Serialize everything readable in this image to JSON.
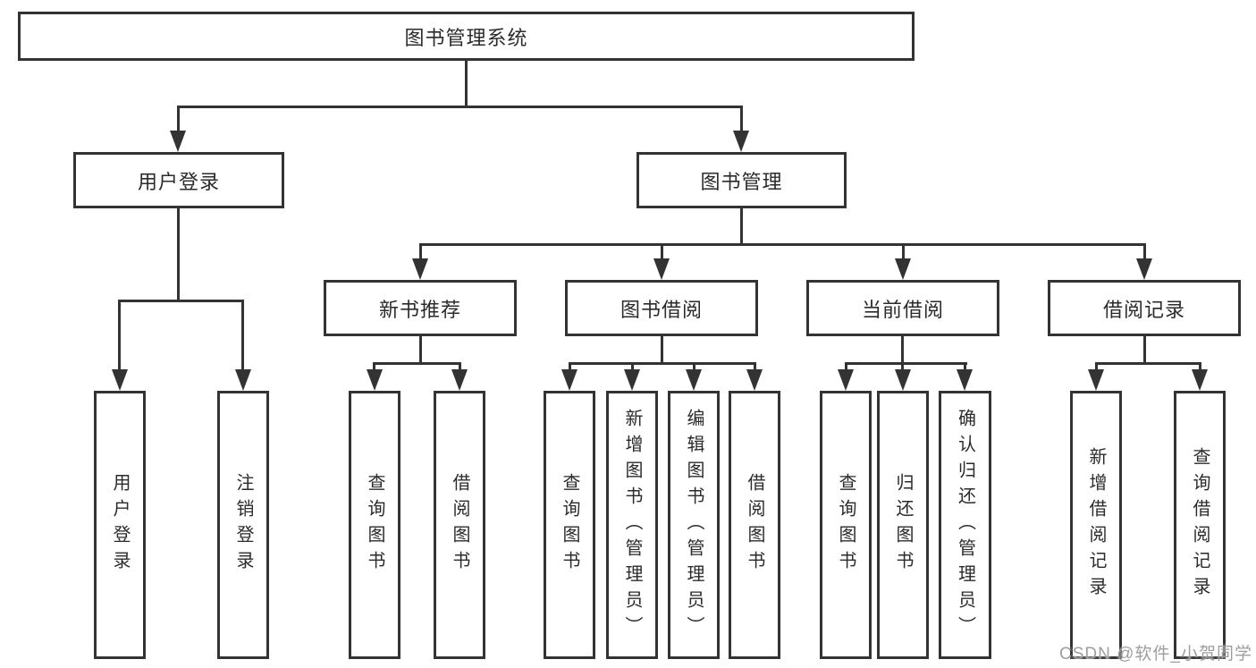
{
  "diagram": {
    "root": {
      "label": "图书管理系统"
    },
    "children": [
      {
        "label": "用户登录",
        "children": [
          {
            "label": "用户登录"
          },
          {
            "label": "注销登录"
          }
        ]
      },
      {
        "label": "图书管理",
        "children": [
          {
            "label": "新书推荐",
            "children": [
              {
                "label": "查询图书"
              },
              {
                "label": "借阅图书"
              }
            ]
          },
          {
            "label": "图书借阅",
            "children": [
              {
                "label": "查询图书"
              },
              {
                "label": "新增图书（管理员）"
              },
              {
                "label": "编辑图书（管理员）"
              },
              {
                "label": "借阅图书"
              }
            ]
          },
          {
            "label": "当前借阅",
            "children": [
              {
                "label": "查询图书"
              },
              {
                "label": "归还图书"
              },
              {
                "label": "确认归还（管理员）"
              }
            ]
          },
          {
            "label": "借阅记录",
            "children": [
              {
                "label": "新增借阅记录"
              },
              {
                "label": "查询借阅记录"
              }
            ]
          }
        ]
      }
    ]
  },
  "watermark": {
    "text": "CSDN @软件_小贺同学"
  },
  "colors": {
    "line": "#333333",
    "text": "#2b2b2b",
    "bg": "#ffffff",
    "watermark": "#9e9e9e"
  }
}
